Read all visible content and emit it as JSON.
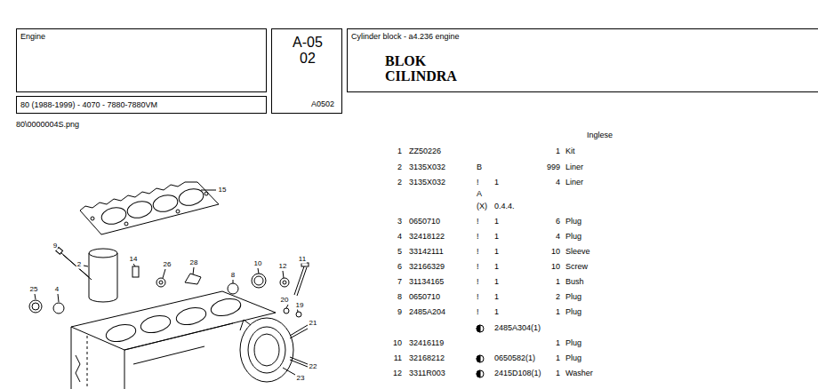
{
  "diagram": {
    "nodes": [
      {
        "text": [
          "Engine"
        ]
      },
      {
        "text": [
          "80 (1988-1999) - 4070 - 7880-7880VM"
        ]
      },
      {
        "text": [
          "A-05 02",
          "A0502"
        ]
      },
      {
        "text": [
          "Cylinder block - a4.236 engine",
          "BLOK CILINDRA"
        ]
      }
    ],
    "labels": [
      "80\\0000004S.png",
      "Inglese",
      "1",
      "ZZ50226",
      "1",
      "Kit",
      "2",
      "3135X032",
      "B",
      "999",
      "Liner",
      "2",
      "3135X032",
      "!",
      "1",
      "4",
      "Liner",
      "A",
      "(X)",
      "0.4.4.",
      "3",
      "0650710",
      "!",
      "1",
      "6",
      "Plug",
      "4",
      "32418122",
      "!",
      "1",
      "4",
      "Plug",
      "5",
      "33142111",
      "!",
      "1",
      "10",
      "Sleeve",
      "6",
      "32166329",
      "!",
      "1",
      "10",
      "Screw",
      "7",
      "31134165",
      "!",
      "1",
      "1",
      "Bush",
      "8",
      "0650710",
      "!",
      "1",
      "2",
      "Plug",
      "9",
      "2485A204",
      "!",
      "1",
      "1",
      "Plug",
      "2485A304(1)",
      "10",
      "32416119",
      "1",
      "Plug",
      "11",
      "32168212",
      "0650582(1)",
      "1",
      "Plug",
      "12",
      "3311R003",
      "2415D108(1)",
      "1",
      "Washer",
      "15",
      "9",
      "2",
      "14",
      "26",
      "28",
      "10",
      "8",
      "12",
      "11",
      "25",
      "4",
      "20",
      "19",
      "21",
      "22",
      "23"
    ]
  }
}
